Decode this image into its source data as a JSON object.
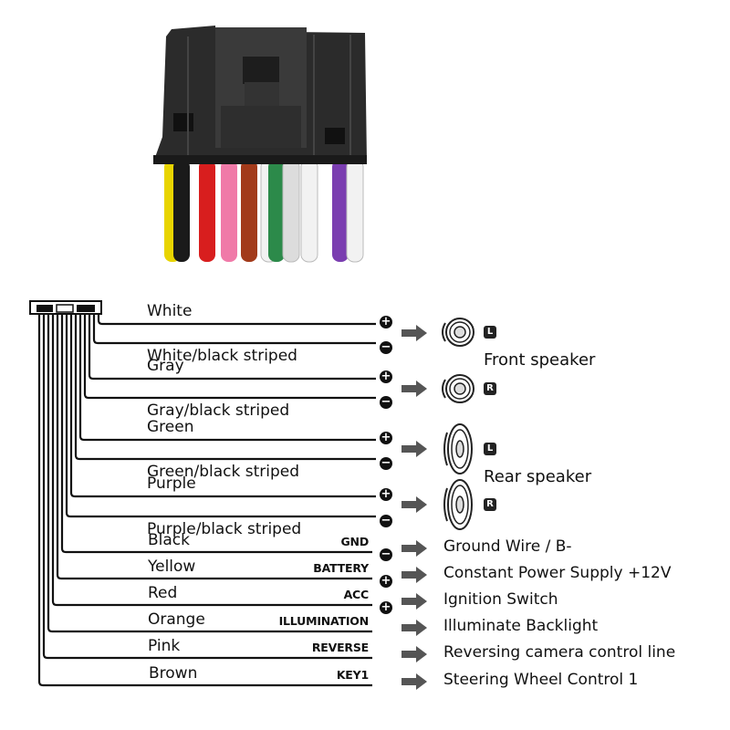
{
  "wires": [
    {
      "color": "White",
      "function": "",
      "polarity": "+"
    },
    {
      "color": "White/black striped",
      "function": "",
      "polarity": "-"
    },
    {
      "color": "Gray",
      "function": "",
      "polarity": "+"
    },
    {
      "color": "Gray/black striped",
      "function": "",
      "polarity": "-"
    },
    {
      "color": "Green",
      "function": "",
      "polarity": "+"
    },
    {
      "color": "Green/black striped",
      "function": "",
      "polarity": "-"
    },
    {
      "color": "Purple",
      "function": "",
      "polarity": "+"
    },
    {
      "color": "Purple/black striped",
      "function": "",
      "polarity": "-"
    },
    {
      "color": "Black",
      "function": "GND",
      "polarity": "-",
      "description": "Ground Wire / B-"
    },
    {
      "color": "Yellow",
      "function": "BATTERY",
      "polarity": "+",
      "description": "Constant Power Supply +12V"
    },
    {
      "color": "Red",
      "function": "ACC",
      "polarity": "+",
      "description": "Ignition Switch"
    },
    {
      "color": "Orange",
      "function": "ILLUMINATION",
      "polarity": "",
      "description": "Illuminate Backlight"
    },
    {
      "color": "Pink",
      "function": "REVERSE",
      "polarity": "",
      "description": "Reversing camera control line"
    },
    {
      "color": "Brown",
      "function": "KEY1",
      "polarity": "",
      "description": "Steering Wheel Control 1"
    }
  ],
  "speakers": {
    "front": {
      "label": "Front speaker",
      "left_badge": "L",
      "right_badge": "R"
    },
    "rear": {
      "label": "Rear speaker",
      "left_badge": "L",
      "right_badge": "R"
    }
  },
  "photo": {
    "icon": "wiring-harness-connector-photo",
    "wire_colors": [
      "#e8d400",
      "#1a1a1a",
      "#d81e1e",
      "#f07aa8",
      "#a23a1a",
      "#f2f2f2",
      "#2c8a4a",
      "#dcdcdc",
      "#f2f2f2",
      "#7a3db0",
      "#f2f2f2"
    ]
  },
  "colors": {
    "line": "#111111",
    "arrow": "#555555",
    "connector": "#2a2a2a"
  }
}
